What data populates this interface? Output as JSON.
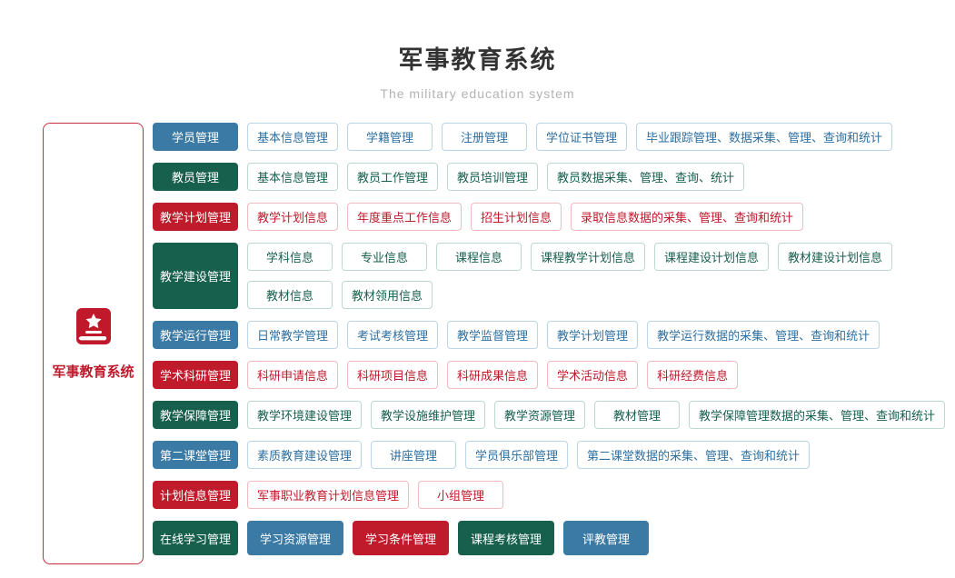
{
  "header": {
    "title": "军事教育系统",
    "subtitle": "The military education system"
  },
  "sidebar": {
    "label": "军事教育系统",
    "icon": "book-star-icon"
  },
  "colors": {
    "blue": "#3a7aa5",
    "green": "#17604e",
    "red": "#bf1b2b",
    "blue_border": "#b9d6e8",
    "green_border": "#bcd9d0",
    "red_border": "#f2bac1",
    "sidebar_border": "#cb2e3e",
    "icon_red": "#c0192c",
    "title_text": "#333333",
    "subtitle_text": "#b3b3b3"
  },
  "rows": [
    {
      "category": "学员管理",
      "color": "blue",
      "solid": false,
      "lines": [
        [
          "基本信息管理",
          "学籍管理",
          "注册管理",
          "学位证书管理",
          "毕业跟踪管理、数据采集、管理、查询和统计"
        ]
      ]
    },
    {
      "category": "教员管理",
      "color": "green",
      "solid": false,
      "lines": [
        [
          "基本信息管理",
          "教员工作管理",
          "教员培训管理",
          "教员数据采集、管理、查询、统计"
        ]
      ]
    },
    {
      "category": "教学计划管理",
      "color": "red",
      "solid": false,
      "lines": [
        [
          "教学计划信息",
          "年度重点工作信息",
          "招生计划信息",
          "录取信息数据的采集、管理、查询和统计"
        ]
      ]
    },
    {
      "category": "教学建设管理",
      "color": "green",
      "solid": false,
      "lines": [
        [
          "学科信息",
          "专业信息",
          "课程信息",
          "课程教学计划信息",
          "课程建设计划信息",
          "教材建设计划信息"
        ],
        [
          "教材信息",
          "教材领用信息"
        ]
      ]
    },
    {
      "category": "教学运行管理",
      "color": "blue",
      "solid": false,
      "lines": [
        [
          "日常教学管理",
          "考试考核管理",
          "教学监督管理",
          "教学计划管理",
          "教学运行数据的采集、管理、查询和统计"
        ]
      ]
    },
    {
      "category": "学术科研管理",
      "color": "red",
      "solid": false,
      "lines": [
        [
          "科研申请信息",
          "科研项目信息",
          "科研成果信息",
          "学术活动信息",
          "科研经费信息"
        ]
      ]
    },
    {
      "category": "教学保障管理",
      "color": "green",
      "solid": false,
      "lines": [
        [
          "教学环境建设管理",
          "教学设施维护管理",
          "教学资源管理",
          "教材管理",
          "教学保障管理数据的采集、管理、查询和统计"
        ]
      ]
    },
    {
      "category": "第二课堂管理",
      "color": "blue",
      "solid": false,
      "lines": [
        [
          "素质教育建设管理",
          "讲座管理",
          "学员俱乐部管理",
          "第二课堂数据的采集、管理、查询和统计"
        ]
      ]
    },
    {
      "category": "计划信息管理",
      "color": "red",
      "solid": false,
      "lines": [
        [
          "军事职业教育计划信息管理",
          "小组管理"
        ]
      ]
    },
    {
      "category": "在线学习管理",
      "color": "green",
      "solid": true,
      "lines": [
        [
          {
            "label": "学习资源管理",
            "color": "blue"
          },
          {
            "label": "学习条件管理",
            "color": "red"
          },
          {
            "label": "课程考核管理",
            "color": "green"
          },
          {
            "label": "评教管理",
            "color": "blue"
          }
        ]
      ]
    }
  ]
}
